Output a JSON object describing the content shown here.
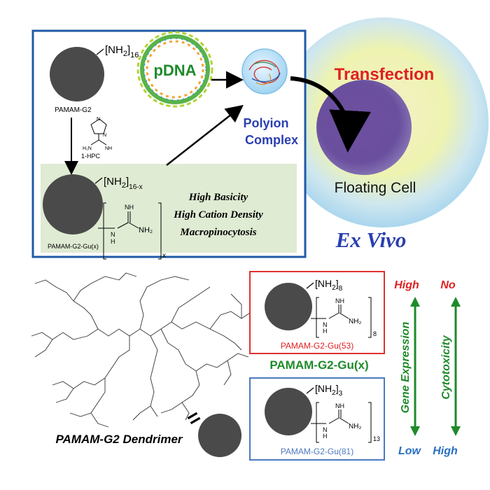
{
  "top_panel": {
    "pamam_label": "PAMAM-G2",
    "nh2_top": "[NH",
    "nh2_top_sub_2": "2",
    "nh2_top_close": "]",
    "nh2_top_count": "16",
    "reagent_label": "1-HPC",
    "pdna_label": "pDNA",
    "polyion_line1": "Polyion",
    "polyion_line2": "Complex",
    "modified_nh2": "[NH",
    "modified_nh2_sub": "2",
    "modified_nh2_close": "]",
    "modified_nh2_count": "16-x",
    "modified_label": "PAMAM-G2-Gu(x)",
    "guanidine_x": "x",
    "properties": [
      "High Basicity",
      "High Cation Density",
      "Macropinocytosis"
    ]
  },
  "cell": {
    "transfection": "Transfection",
    "floating_cell": "Floating Cell",
    "ex_vivo": "Ex Vivo"
  },
  "bottom": {
    "dendrimer_caption": "PAMAM-G2 Dendrimer",
    "equals": "=",
    "center_label": "PAMAM-G2-Gu(x)",
    "red_box": {
      "nh2": "[NH",
      "nh2_sub": "2",
      "nh2_close": "]",
      "nh2_count": "8",
      "gu_count": "8",
      "label": "PAMAM-G2-Gu(53)"
    },
    "blue_box": {
      "nh2": "[NH",
      "nh2_sub": "2",
      "nh2_close": "]",
      "nh2_count": "3",
      "gu_count": "13",
      "label": "PAMAM-G2-Gu(81)"
    }
  },
  "scales": {
    "gene_top": "High",
    "gene_axis": "Gene Expression",
    "gene_bottom": "Low",
    "cyto_top": "No",
    "cyto_axis": "Cytotoxicity",
    "cyto_bottom": "High"
  },
  "colors": {
    "panel_border": "#1f5aa6",
    "panel_green": "#dfebd3",
    "dark_sphere": "#4a4a4a",
    "red": "#e02020",
    "green": "#1e8a2a",
    "blue": "#2a3fb0",
    "red_box": "#e03030",
    "blue_box": "#4d79c0"
  }
}
